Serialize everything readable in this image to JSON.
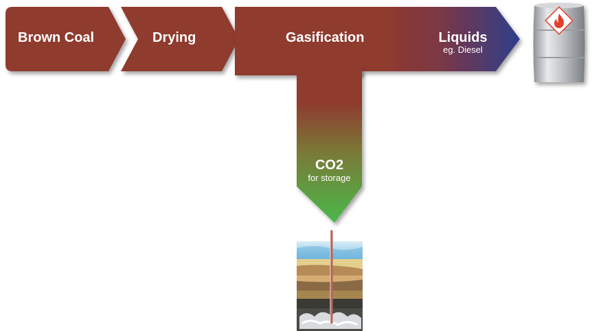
{
  "process": {
    "stages": [
      {
        "id": "brown-coal",
        "label": "Brown Coal"
      },
      {
        "id": "drying",
        "label": "Drying"
      },
      {
        "id": "gasification",
        "label": "Gasification"
      },
      {
        "id": "liquids",
        "label": "Liquids",
        "sublabel": "eg. Diesel"
      }
    ],
    "branch": {
      "label": "CO2",
      "sublabel": "for storage"
    }
  },
  "icons": {
    "product": "fuel-barrel-icon",
    "product_symbol": "flame-icon",
    "storage": "geological-storage-icon"
  },
  "colors": {
    "arrow_brown": "#8f3a2e",
    "arrow_blue": "#2e3d8c",
    "arrow_green": "#49b84a",
    "flame": "#e2412b"
  }
}
